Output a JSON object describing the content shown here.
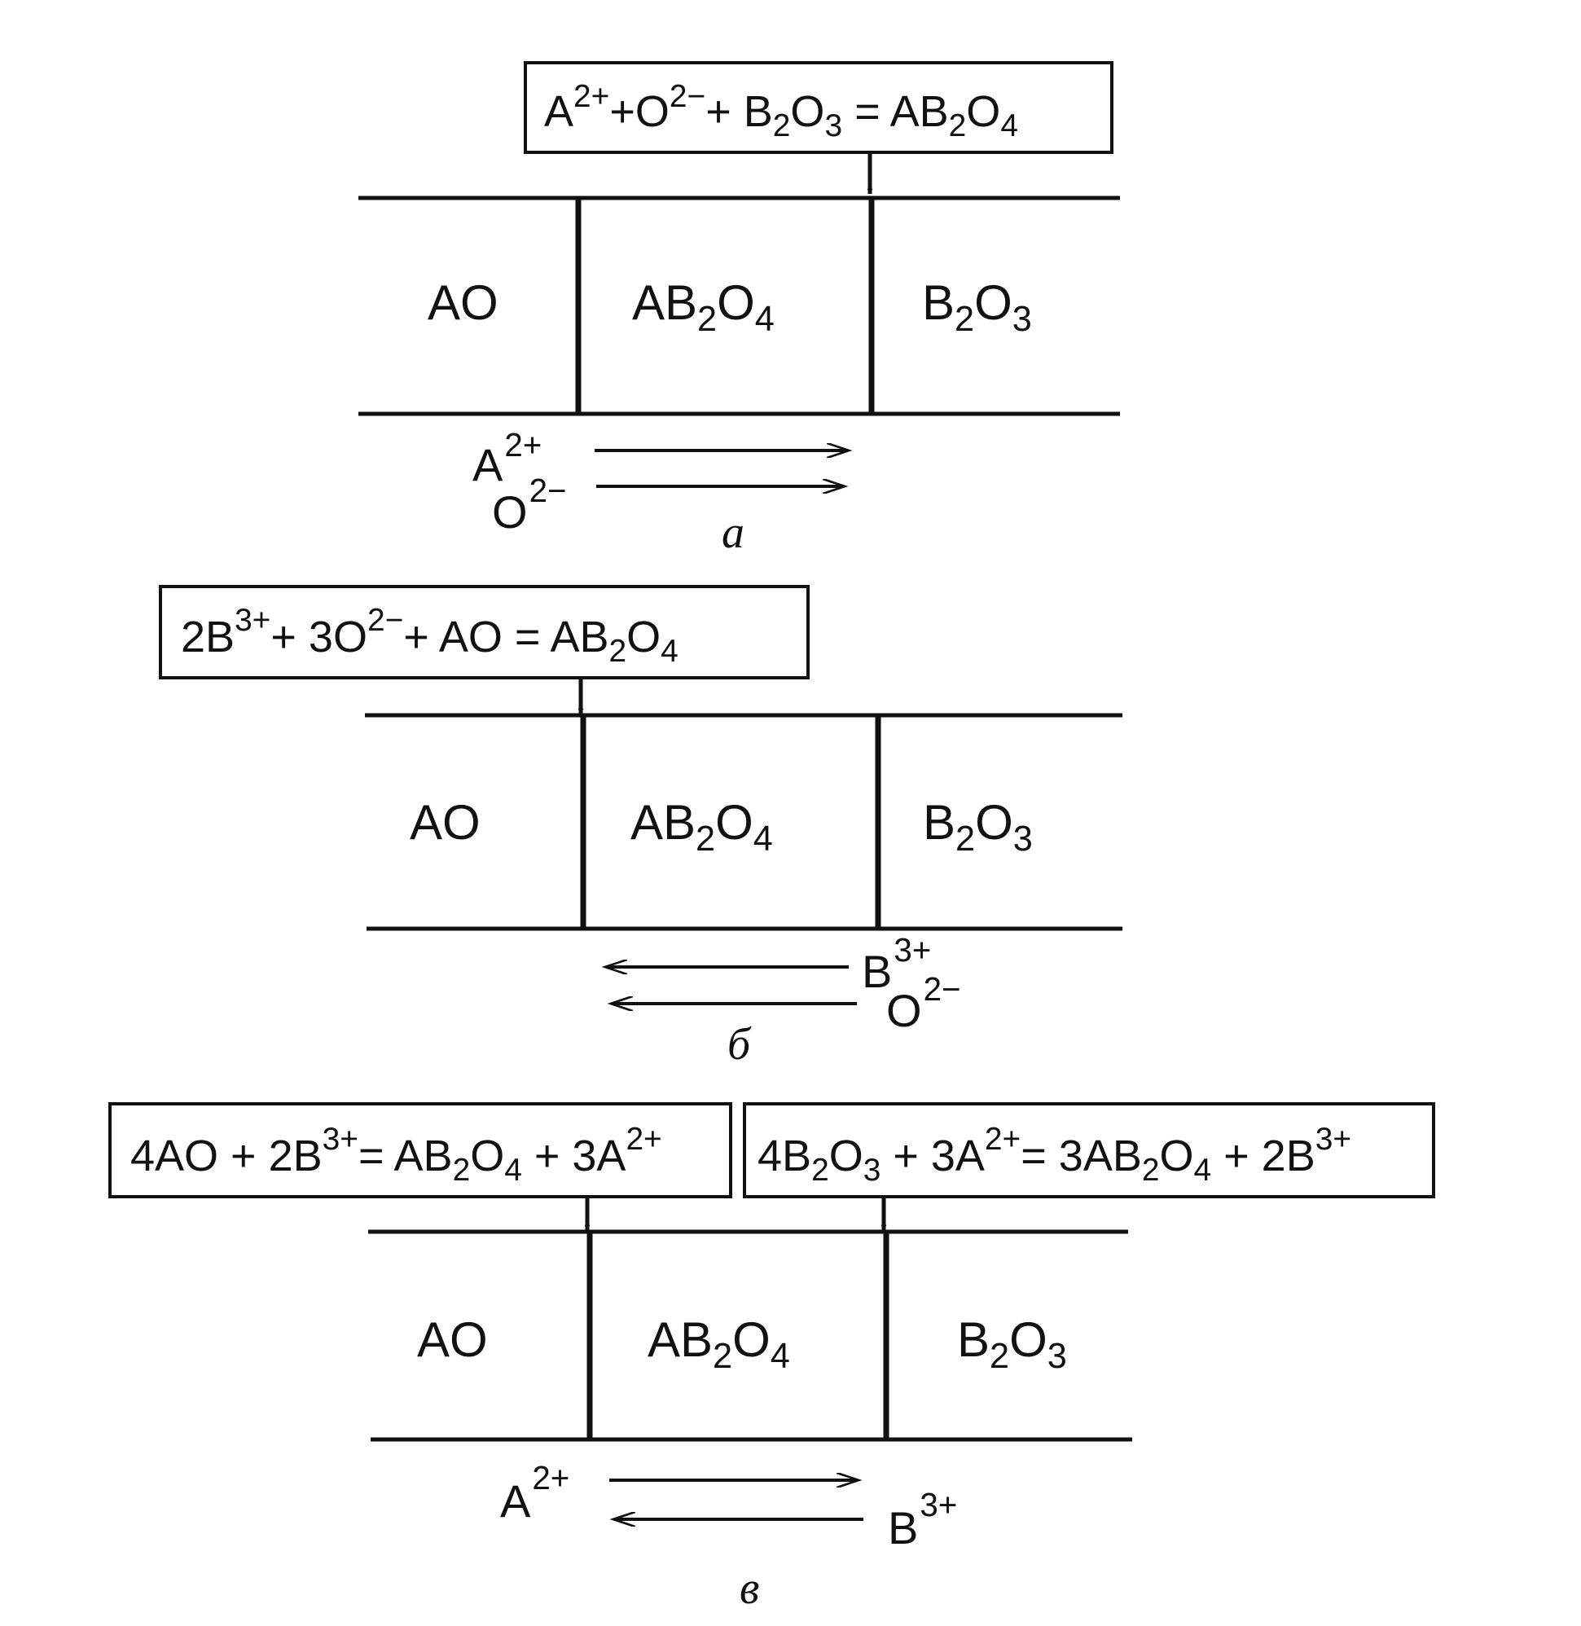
{
  "panel_a": {
    "caption": "a",
    "equation": {
      "t1": "A",
      "s1": "2+",
      "t2": "+O",
      "s2": "2−",
      "t3": "+ B",
      "b1": "2",
      "t4": "O",
      "b2": "3",
      "t5": " = AB",
      "b3": "2",
      "t6": "O",
      "b4": "4"
    },
    "phases": {
      "left": "AO",
      "mid": {
        "t1": "AB",
        "b1": "2",
        "t2": "O",
        "b2": "4"
      },
      "right": {
        "t1": "B",
        "b1": "2",
        "t2": "O",
        "b2": "3"
      }
    },
    "ions": [
      {
        "base": "A",
        "charge": "2+",
        "direction": "right"
      },
      {
        "base": "O",
        "charge": "2−",
        "direction": "right"
      }
    ]
  },
  "panel_b": {
    "caption": "б",
    "equation": {
      "t1": "2B",
      "s1": "3+",
      "t2": "+ 3O",
      "s2": "2−",
      "t3": "+ AO = AB",
      "b1": "2",
      "t4": "O",
      "b2": "4"
    },
    "phases": {
      "left": "AO",
      "mid": {
        "t1": "AB",
        "b1": "2",
        "t2": "O",
        "b2": "4"
      },
      "right": {
        "t1": "B",
        "b1": "2",
        "t2": "O",
        "b2": "3"
      }
    },
    "ions": [
      {
        "base": "B",
        "charge": "3+",
        "direction": "left"
      },
      {
        "base": "O",
        "charge": "2−",
        "direction": "left"
      }
    ]
  },
  "panel_c": {
    "caption": "в",
    "equation_left": {
      "t1": "4AO + 2B",
      "s1": "3+",
      "t2": "= AB",
      "b1": "2",
      "t3": "O",
      "b2": "4",
      "t4": " + 3A",
      "s2": "2+"
    },
    "equation_right": {
      "t1": "4B",
      "b1": "2",
      "t2": "O",
      "b2": "3",
      "t3": " + 3A",
      "s1": "2+",
      "t4": "= 3AB",
      "b3": "2",
      "t5": "O",
      "b4": "4",
      "t6": " + 2B",
      "s2": "3+"
    },
    "phases": {
      "left": "AO",
      "mid": {
        "t1": "AB",
        "b1": "2",
        "t2": "O",
        "b2": "4"
      },
      "right": {
        "t1": "B",
        "b1": "2",
        "t2": "O",
        "b2": "3"
      }
    },
    "ions": [
      {
        "base": "A",
        "charge": "2+",
        "direction": "right"
      },
      {
        "base": "B",
        "charge": "3+",
        "direction": "left"
      }
    ]
  }
}
